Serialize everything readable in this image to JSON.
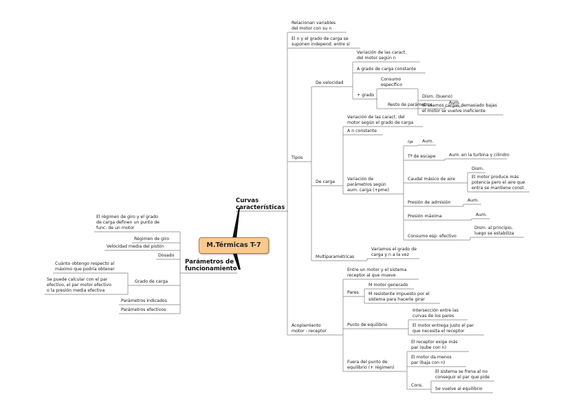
{
  "central": "M.Térmicas T-7",
  "branches": {
    "curvas": [
      "Curvas",
      "características"
    ],
    "parametros": [
      "Parámetros de",
      "funcionamiento"
    ]
  },
  "nodes": [
    {
      "lines": [
        "Relacionan variables",
        "del motor con su n"
      ]
    },
    {
      "lines": [
        "El n y el grado de carga se",
        "suponen independ. entre sí"
      ]
    },
    {
      "lines": [
        "Tipos"
      ]
    },
    {
      "lines": [
        "Acoplamiento",
        "motor - receptor"
      ]
    },
    {
      "lines": [
        "De velocidad"
      ]
    },
    {
      "lines": [
        "De carga"
      ]
    },
    {
      "lines": [
        "Multiparamétricas"
      ]
    },
    {
      "lines": [
        "Variamos el grado de",
        "carga y n a la vez"
      ]
    },
    {
      "lines": [
        "Variación de las caract.",
        "del motor según n"
      ]
    },
    {
      "lines": [
        "A grado de carga constante"
      ]
    },
    {
      "lines": [
        "+ grado"
      ]
    },
    {
      "lines": [
        "Consumo",
        "específico"
      ]
    },
    {
      "lines": [
        "Dism. (bueno)"
      ]
    },
    {
      "lines": [
        "Si usamos cargas demasiado bajas",
        "el motor se vuelve ineficiente"
      ]
    },
    {
      "lines": [
        "Resto de parámetros"
      ]
    },
    {
      "lines": [
        "Aum."
      ]
    },
    {
      "lines": [
        "Variación de las caract. del",
        "motor según el grado de carga"
      ]
    },
    {
      "lines": [
        "A n constante"
      ]
    },
    {
      "lines": [
        "Variación de",
        "parámetros según",
        "aum. carga (+pme)"
      ]
    },
    {
      "lines": [
        "ηe"
      ]
    },
    {
      "lines": [
        "Aum."
      ]
    },
    {
      "lines": [
        "Tª de escape"
      ]
    },
    {
      "lines": [
        "Aum. en la turbina y cilindro"
      ]
    },
    {
      "lines": [
        "Caudal másico de aire"
      ]
    },
    {
      "lines": [
        "Dism."
      ]
    },
    {
      "lines": [
        "El motor produce más",
        "potencia pero el aire que",
        "entra se mantiene const"
      ]
    },
    {
      "lines": [
        "Presión de admisión"
      ]
    },
    {
      "lines": [
        "Aum."
      ]
    },
    {
      "lines": [
        "Presión máxima"
      ]
    },
    {
      "lines": [
        "Aum."
      ]
    },
    {
      "lines": [
        "Consumo esp. efectivo"
      ]
    },
    {
      "lines": [
        "Dism. al principio,",
        "luego se estabiliza"
      ]
    },
    {
      "lines": [
        "Entre un motor y el sistema",
        "receptor al que mueve"
      ]
    },
    {
      "lines": [
        "Pares"
      ]
    },
    {
      "lines": [
        "M motor generado"
      ]
    },
    {
      "lines": [
        "M resistente impuesto por el",
        "sistema para hacerle girar"
      ]
    },
    {
      "lines": [
        "Punto de equilibrio"
      ]
    },
    {
      "lines": [
        "Intersección entre las",
        "curvas de los pares"
      ]
    },
    {
      "lines": [
        "El motor entrega justo el par",
        "que necesita el receptor"
      ]
    },
    {
      "lines": [
        "Fuera del punto de",
        "equilibrio (+ régimen)"
      ]
    },
    {
      "lines": [
        "El receptor exige más",
        "par (sube con n)"
      ]
    },
    {
      "lines": [
        "El motor da menos",
        "par (baja con n)"
      ]
    },
    {
      "lines": [
        "Cons."
      ]
    },
    {
      "lines": [
        "El sistema se frena al no",
        "conseguir el par que pide"
      ]
    },
    {
      "lines": [
        "Se vuelve al equilibrio"
      ]
    },
    {
      "lines": [
        "El régimen de giro y el grado",
        "de carga definen un punto de",
        "func. de un motor"
      ]
    },
    {
      "lines": [
        "Régimen de giro"
      ]
    },
    {
      "lines": [
        "Velocidad media del pistón"
      ]
    },
    {
      "lines": [
        "Dosado"
      ]
    },
    {
      "lines": [
        "Grado de carga"
      ]
    },
    {
      "lines": [
        "Cuánto obtengo respecto al",
        "máximo que podría obtener"
      ]
    },
    {
      "lines": [
        "Se puede calcular con el par",
        "efectivo, el par motor efectivo",
        "o la presión media efectiva"
      ]
    },
    {
      "lines": [
        "Parámetros indicados"
      ]
    },
    {
      "lines": [
        "Parámetros efectivos"
      ]
    }
  ]
}
